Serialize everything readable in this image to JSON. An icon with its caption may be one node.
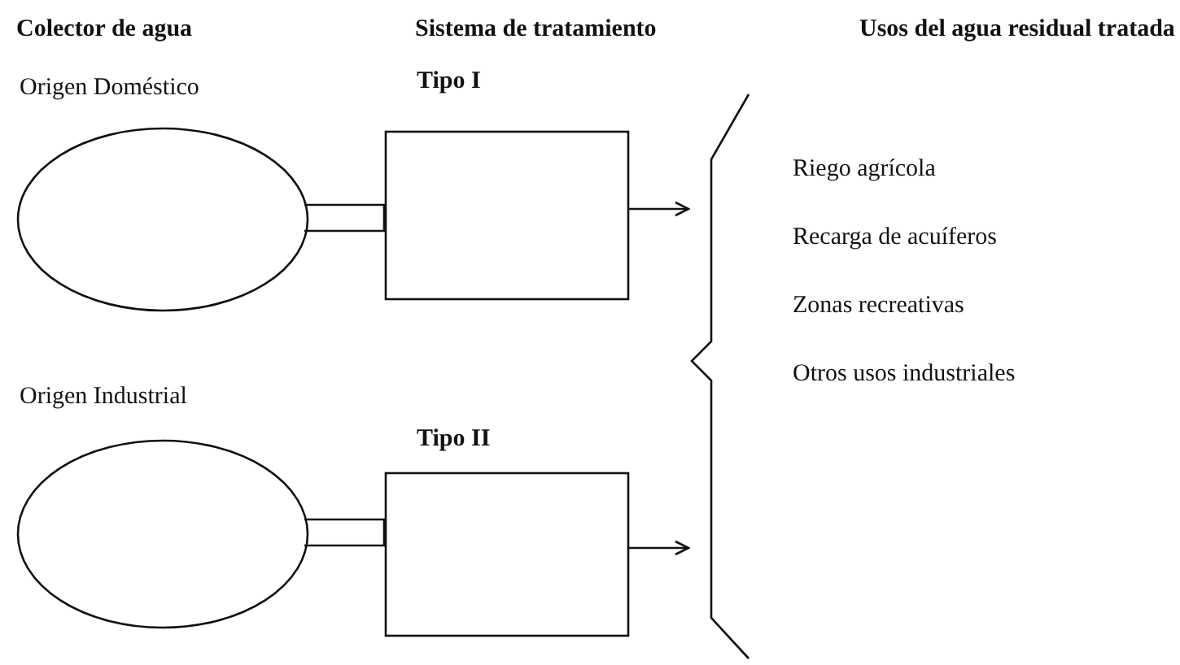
{
  "diagram": {
    "nodes": [
      {
        "text": [
          "Origen Doméstico"
        ]
      },
      {
        "text": [
          "Tipo I"
        ]
      },
      {
        "text": [
          "Origen Industrial"
        ]
      },
      {
        "text": [
          "Tipo II"
        ]
      },
      {
        "text": [
          "Riego agrícola",
          "Recarga de acuíferos",
          "Zonas recreativas",
          "Otros usos industriales"
        ]
      }
    ],
    "edges": [
      {
        "from": 0,
        "to": 1,
        "arrow": "none"
      },
      {
        "from": 2,
        "to": 3,
        "arrow": "none"
      },
      {
        "from": 1,
        "to": 4,
        "arrow": "to"
      },
      {
        "from": 3,
        "to": 4,
        "arrow": "to"
      }
    ],
    "labels": [
      "Colector de agua",
      "Sistema de tratamiento",
      "Usos del agua residual tratada"
    ]
  }
}
